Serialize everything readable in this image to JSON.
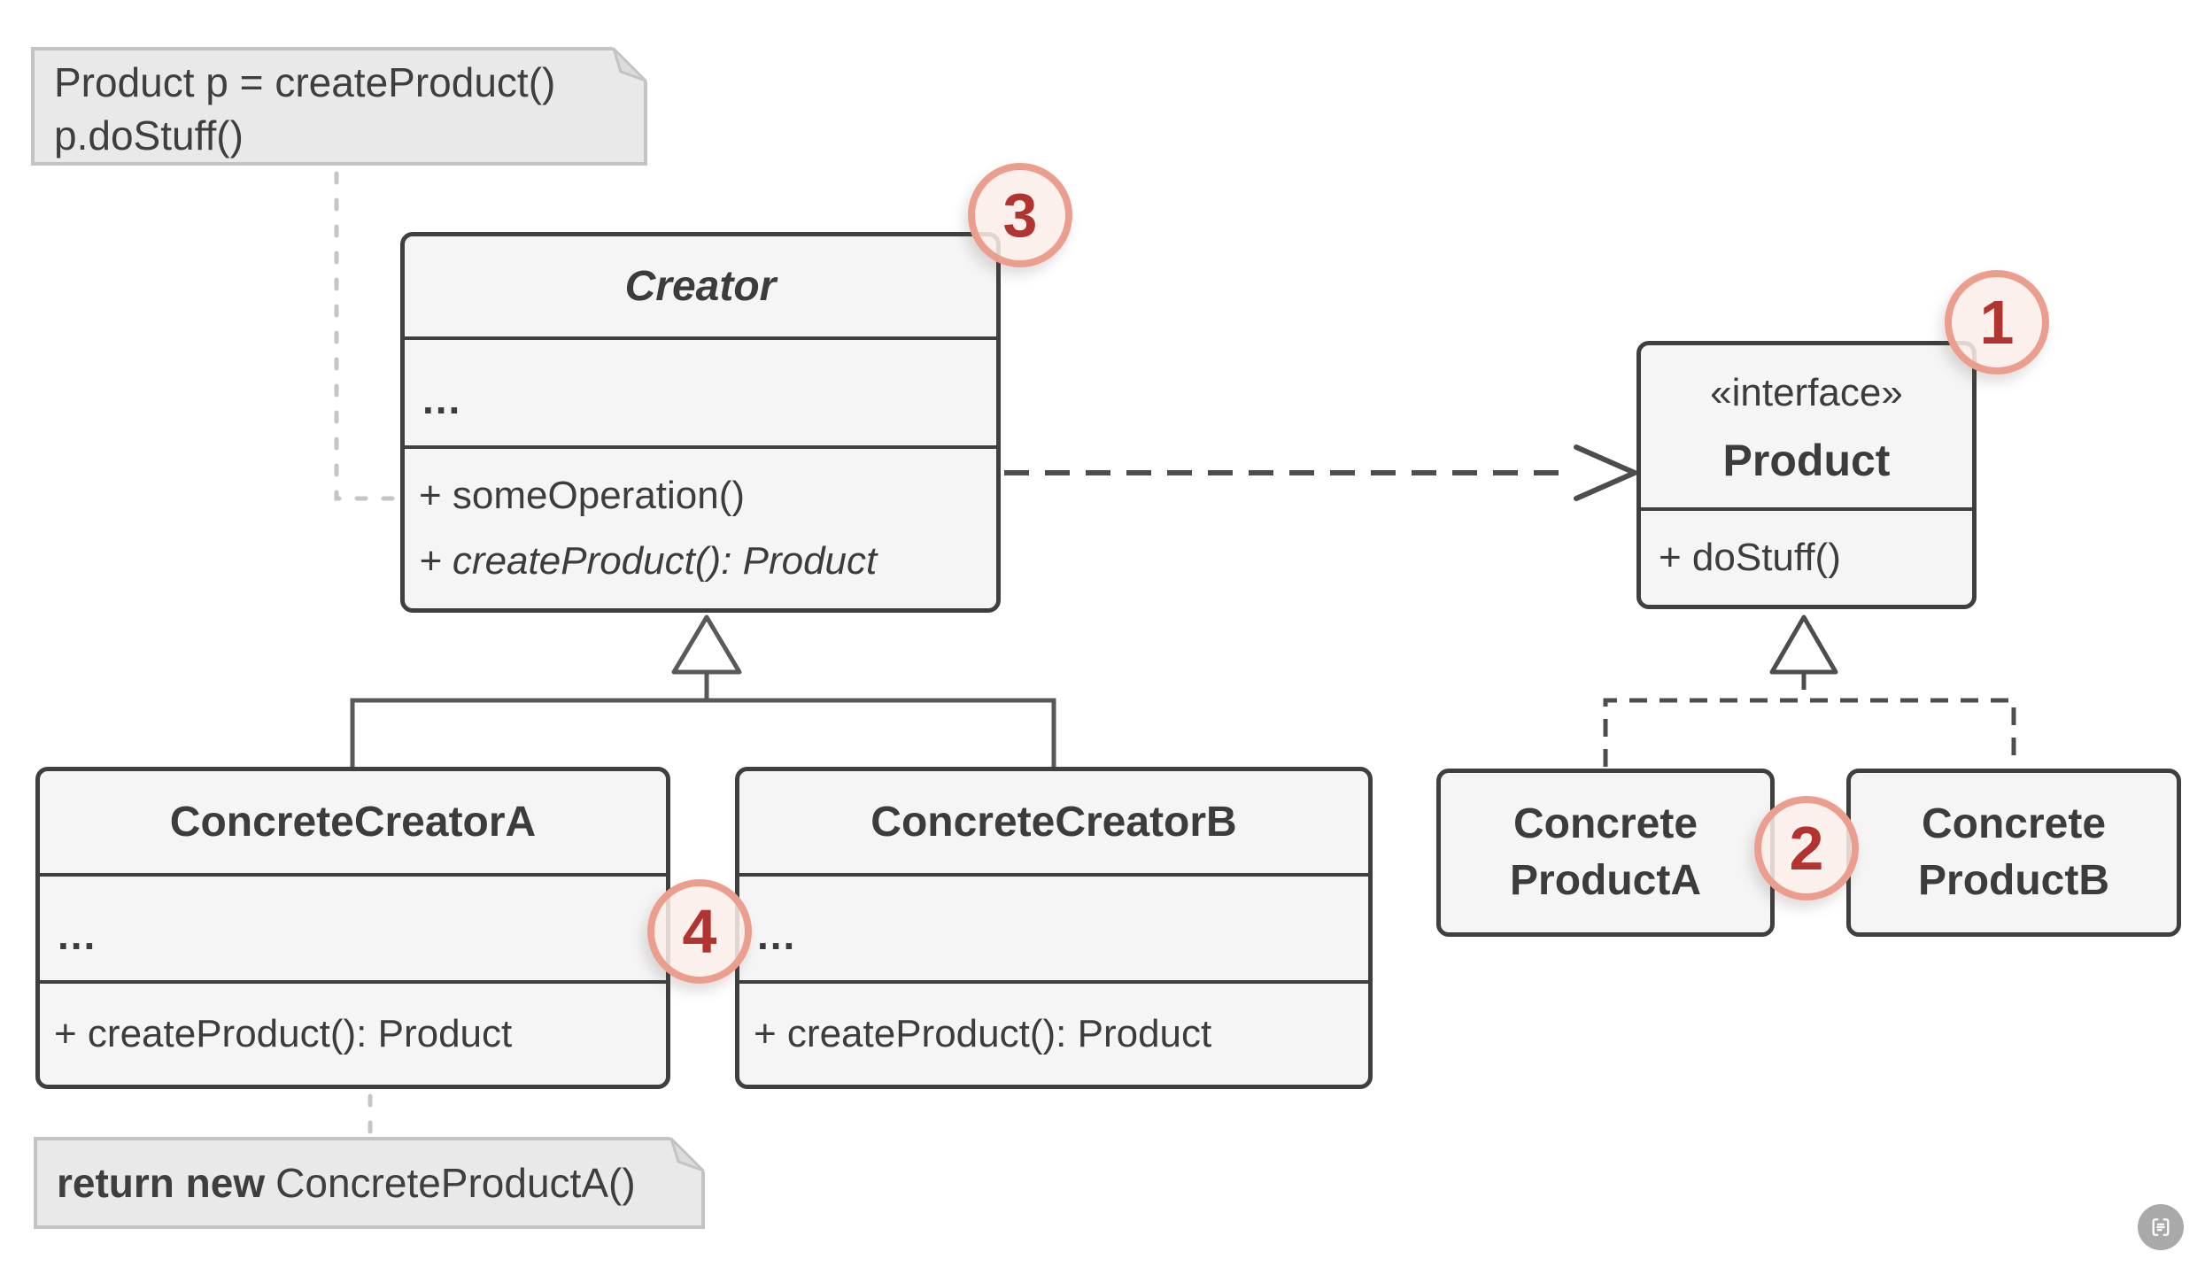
{
  "notes": {
    "top": {
      "line1": "Product p = createProduct()",
      "line2": "p.doStuff()"
    },
    "bottom": {
      "bold": "return new",
      "regular": "ConcreteProductA()"
    }
  },
  "classes": {
    "creator": {
      "title": "Creator",
      "attributes": "...",
      "method_some_operation": "+ someOperation()",
      "method_create_product": "+ createProduct(): Product"
    },
    "product": {
      "stereotype": "«interface»",
      "title": "Product",
      "method_do_stuff": "+ doStuff()"
    },
    "concrete_creator_a": {
      "title": "ConcreteCreatorA",
      "attributes": "...",
      "method_create_product": "+ createProduct(): Product"
    },
    "concrete_creator_b": {
      "title": "ConcreteCreatorB",
      "attributes": "...",
      "method_create_product": "+ createProduct(): Product"
    },
    "concrete_product_a": {
      "line1": "Concrete",
      "line2": "ProductA"
    },
    "concrete_product_b": {
      "line1": "Concrete",
      "line2": "ProductB"
    }
  },
  "badges": {
    "b1": "1",
    "b2": "2",
    "b3": "3",
    "b4": "4"
  },
  "icons": {
    "scan_button": "scan-text-icon",
    "note_fold": "folded-corner"
  },
  "colors": {
    "box_fill": "#f5f5f5",
    "box_border": "#3f3f3f",
    "note_fill": "#e9e9e9",
    "note_border": "#c3c3c3",
    "dependency_line": "#4d4d4d",
    "inheritance_line": "#595959",
    "note_connector": "#c5c5c5",
    "badge_ring": "#ec9e8e",
    "badge_fill": "#f9ede8",
    "badge_digit": "#b23431",
    "scan_button_bg": "#a9a9a9",
    "text": "#3c3c3c"
  }
}
